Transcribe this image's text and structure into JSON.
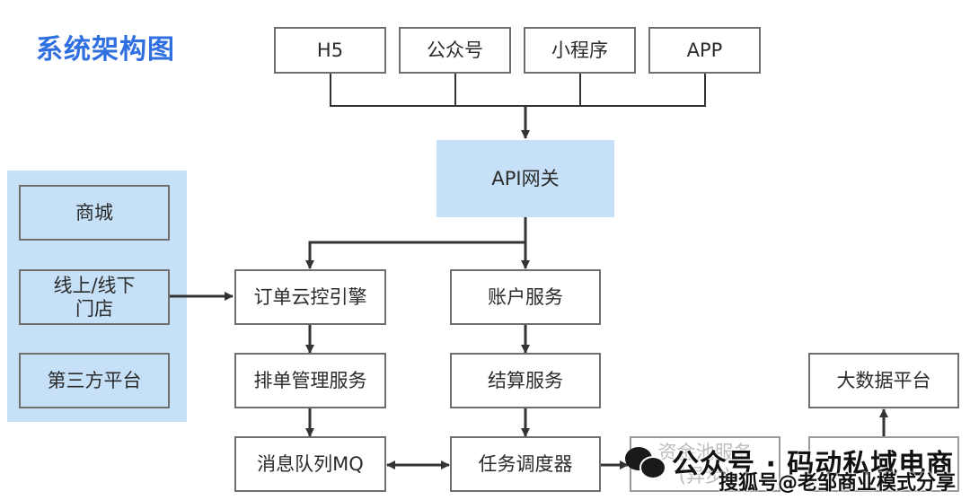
{
  "title": "系统架构图",
  "clients": [
    "H5",
    "公众号",
    "小程序",
    "APP"
  ],
  "gateway": "API网关",
  "channels": [
    "商城",
    "线上/线下\n门店",
    "第三方平台"
  ],
  "services": {
    "order_engine": "订单云控引擎",
    "account": "账户服务",
    "dispatch_mgmt": "排单管理服务",
    "settlement": "结算服务",
    "mq": "消息队列MQ",
    "scheduler": "任务调度器",
    "fund_pool": "资金池服务\n(异步)",
    "bigdata": "大数据平台",
    "last_box": ""
  },
  "watermark": {
    "main": "公众号 · 码动私域电商",
    "sub": "搜狐号@老邹商业模式分享"
  },
  "colors": {
    "accent": "#2f6fe0",
    "fill": "#c6e0f7",
    "line": "#333333"
  }
}
